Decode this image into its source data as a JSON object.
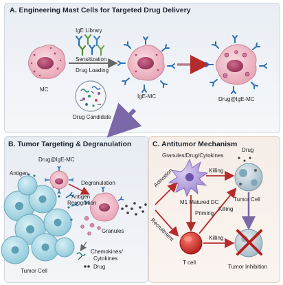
{
  "panels": {
    "a": {
      "title": "A. Engineering Mast Cells for Targeted Drug Delivery",
      "labels": {
        "mc": "MC",
        "ige_library": "IgE Library",
        "sensitization": "Sensitization",
        "drug_loading": "Drug Loading",
        "drug_candidate": "Drug Candidate",
        "ige_mc": "IgE-MC",
        "drug_ige_mc": "Drug@IgE-MC"
      }
    },
    "b": {
      "title": "B. Tumor Targeting & Degranulation",
      "labels": {
        "drug_ige_mc": "Drug@IgE-MC",
        "antigen": "Antigen",
        "degranulation": "Degranulation",
        "antigen_recognition_1": "Antigen",
        "antigen_recognition_2": "Recognition",
        "granules": "Granules",
        "chemokines_1": "Chemokines/",
        "chemokines_2": "Cytokines",
        "drug": "Drug",
        "tumor_cell": "Tumor Cell"
      }
    },
    "c": {
      "title": "C. Antitumor Mechanism",
      "labels": {
        "granules_drug_cytokines": "Granules/Drug/Cytokines",
        "drug": "Drug",
        "killing_top": "Killing",
        "activation": "Activation",
        "m1_matured_dc": "M1 Matured DC",
        "tumor_cell": "Tumor Cell",
        "priming": "Priming",
        "killing_mid": "Killing",
        "recruitment": "Recruitment",
        "killing_low": "Killing",
        "t_cell": "T cell",
        "tumor_inhibition": "Tumor Inhibition"
      }
    }
  },
  "colors": {
    "mast_cell": "#f2bcc8",
    "mast_nucleus": "#b34a6e",
    "tumor_cell": "#a9d8e4",
    "dc": "#b8a4e0",
    "t_cell": "#e03a35",
    "arrow_red": "#b52b2b",
    "arrow_purple": "#8a6fb4",
    "antibody_blue": "#2e6fb2",
    "antibody_green": "#5a9a3a"
  }
}
